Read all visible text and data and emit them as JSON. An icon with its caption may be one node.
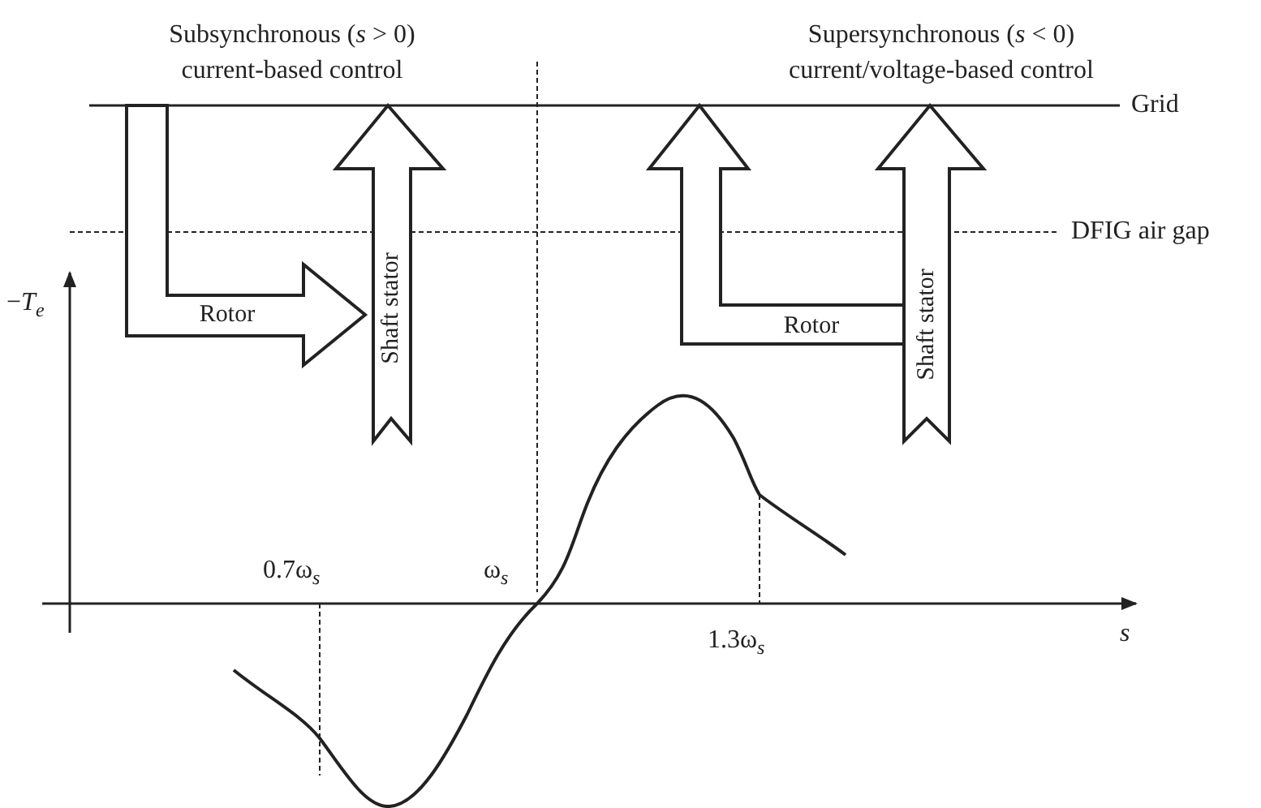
{
  "diagram": {
    "nodes": [
      {
        "text": [
          "Rotor"
        ]
      },
      {
        "text": [
          "Shaft stator"
        ]
      },
      {
        "text": [
          "Rotor"
        ]
      },
      {
        "text": [
          "Shaft stator"
        ]
      }
    ],
    "labels": [
      "Subsynchronous (*s* > 0) current-based control",
      "Supersynchronous (*s* < 0) current/voltage-based control",
      "Grid",
      "DFIG air gap",
      "−*T*$_{e}$",
      "0.7ω$_{s}$",
      "ω$_{s}$",
      "1.3ω$_{s}$",
      "s"
    ]
  }
}
